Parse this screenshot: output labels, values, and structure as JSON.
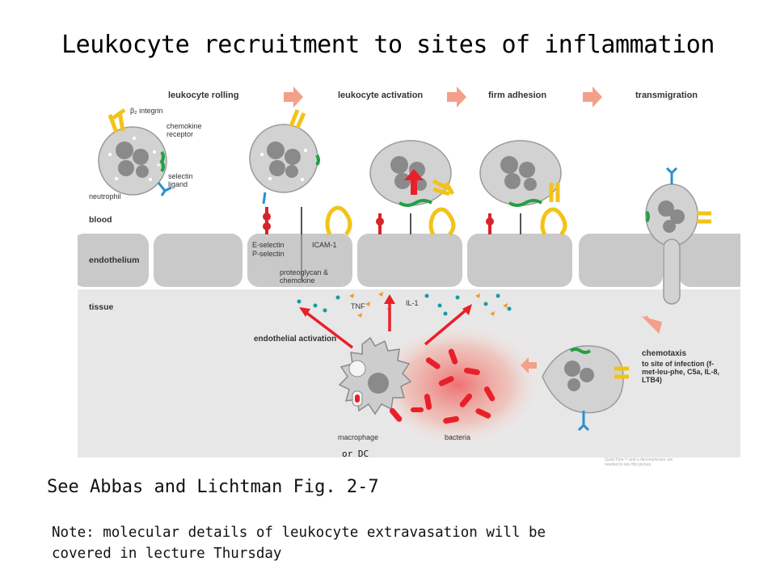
{
  "title": "Leukocyte recruitment to sites of inflammation",
  "steps": [
    "leukocyte rolling",
    "leukocyte activation",
    "firm adhesion",
    "transmigration"
  ],
  "layers": {
    "blood": "blood",
    "endothelium": "endothelium",
    "tissue": "tissue"
  },
  "labels": {
    "beta2_integrin": "β₂ integrin",
    "chemokine_receptor": "chemokine receptor",
    "selectin_ligand": "selectin ligand",
    "neutrophil": "neutrophil",
    "e_selectin": "E-selectin",
    "p_selectin": "P-selectin",
    "icam1": "ICAM-1",
    "proteoglycan": "proteoglycan & chemokine",
    "tnf": "TNF",
    "il1": "IL-1",
    "endothelial_activation": "endothelial activation",
    "macrophage": "macrophage",
    "bacteria": "bacteria",
    "chemotaxis_title": "chemotaxis",
    "chemotaxis_detail": "to site of infection (f-met-leu-phe, C5a, IL-8, LTB4)"
  },
  "or_dc": "or DC",
  "quicktime_note": "QuickTime™ and a decompressor are needed to see this picture.",
  "reference": "See Abbas and Lichtman Fig. 2-7",
  "note": "Note: molecular details of leukocyte extravasation will be\ncovered in lecture Thursday",
  "colors": {
    "endothelium": "#c9c9c9",
    "tissue": "#e7e7e7",
    "cell": "#cdcdcd",
    "nucleus": "#8a8a8a",
    "integrin": "#f2c318",
    "selectin": "#d8232a",
    "chemokine_receptor": "#22a043",
    "ligand": "#2a8fcc",
    "arrow": "#f3a08a",
    "bacteria": "#e8202a",
    "cytokine_teal": "#1a9aa0",
    "cytokine_orange": "#f29a2e"
  }
}
